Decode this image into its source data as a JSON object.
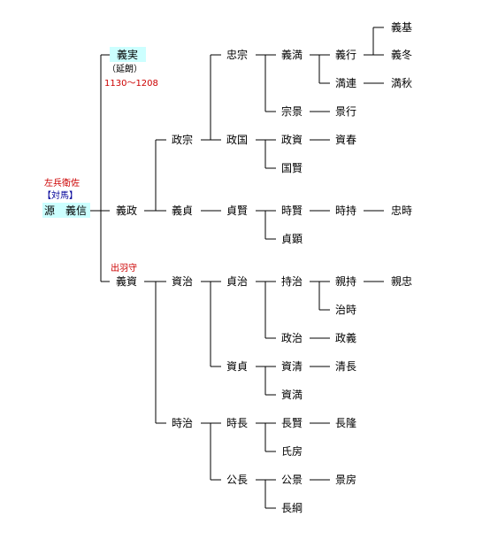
{
  "founder": {
    "title": "左兵衛佐",
    "province": "【対馬】",
    "clan": "源",
    "name": "義信"
  },
  "gen1": {
    "yoshizane": {
      "name": "義実",
      "era": "（延朗）",
      "dates": "1130〜1208"
    },
    "yoshimasa": {
      "name": "義政"
    },
    "yoshisuke": {
      "name": "義資",
      "title": "出羽守"
    }
  },
  "names": {
    "masamune": "政宗",
    "tadamune": "忠宗",
    "yoshimitsu": "義満",
    "yoshiyuki": "義行",
    "yoshimoto": "義基",
    "yoshifuyu": "義冬",
    "mitsutsura": "満連",
    "mitsuaki": "満秋",
    "munekage": "宗景",
    "kageyuki": "景行",
    "masakuni": "政国",
    "masasuke": "政資",
    "suketoki": "資春",
    "kunikata": "国賢",
    "yoshisada": "義貞",
    "sadakata": "貞賢",
    "tokikata": "時賢",
    "tokimochi": "時持",
    "tadatoki": "忠時",
    "sadaaki": "貞顕",
    "sukeharu": "資治",
    "sadaharu": "貞治",
    "mochiharu": "持治",
    "chikamochi": "親持",
    "chikatada": "親忠",
    "harutoki": "治時",
    "masaharu": "政治",
    "masayoshi": "政義",
    "sukesada": "資貞",
    "sukekiyo": "資清",
    "kiyonaga": "清長",
    "sukemitsu": "資満",
    "tokiharu": "時治",
    "tokinaga": "時長",
    "nagakata": "長賢",
    "nagataka": "長隆",
    "ujifusa": "氏房",
    "kinnaga": "公長",
    "kinkage": "公景",
    "kagefusa": "景房",
    "nagatsuna": "長綱"
  }
}
